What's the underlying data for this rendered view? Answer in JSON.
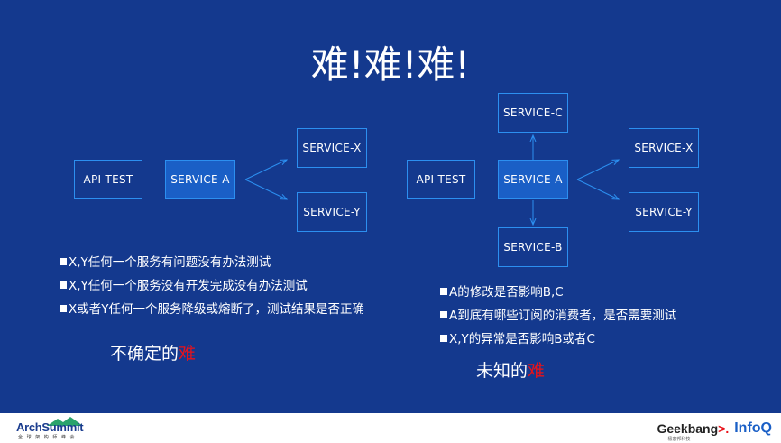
{
  "title": "难!难!难!",
  "left_diagram": {
    "api_test": "API  TEST",
    "service_a": "SERVICE-A",
    "service_x": "SERVICE-X",
    "service_y": "SERVICE-Y"
  },
  "right_diagram": {
    "api_test": "API  TEST",
    "service_a": "SERVICE-A",
    "service_b": "SERVICE-B",
    "service_c": "SERVICE-C",
    "service_x": "SERVICE-X",
    "service_y": "SERVICE-Y"
  },
  "left_bullets": [
    "X,Y任何一个服务有问题没有办法测试",
    "X,Y任何一个服务没有开发完成没有办法测试",
    "X或者Y任何一个服务降级或熔断了，测试结果是否正确"
  ],
  "right_bullets": [
    "A的修改是否影响B,C",
    "A到底有哪些订阅的消费者，是否需要测试",
    "X,Y的异常是否影响B或者C"
  ],
  "left_tag": {
    "text": "不确定的",
    "highlight": "难"
  },
  "right_tag": {
    "text": "未知的",
    "highlight": "难"
  },
  "footer": {
    "left_logo": "ArchSummit",
    "left_logo_sub": "全 球 架 构 师 峰 会",
    "right_logo_geek": "Geekbang",
    "right_logo_sub": "极客邦科技",
    "right_logo_infoq": "InfoQ"
  },
  "colors": {
    "background": "#14398e",
    "box_border": "#2c8ff0",
    "box_fill": "#1a5fc6",
    "highlight": "#e8121a"
  }
}
